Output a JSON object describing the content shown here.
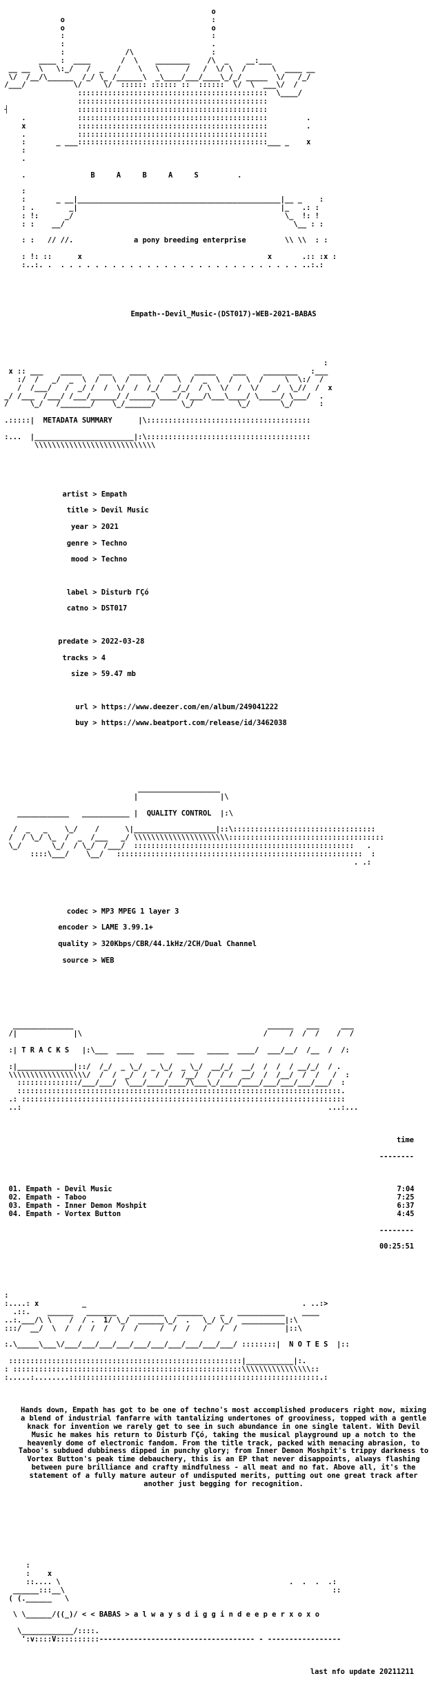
{
  "release_title": "Empath--Devil_Music-(DST017)-WEB-2021-BABAS",
  "header": {
    "letters": "B     A     B     A     S",
    "tagline": "a pony breeding enterprise"
  },
  "sections": {
    "metadata": "METADATA SUMMARY",
    "quality": "QUALITY CONTROL",
    "tracks": "T R A C K S",
    "notes": "N O T E S"
  },
  "metadata": [
    {
      "key": "artist",
      "value": "Empath"
    },
    {
      "key": "title",
      "value": "Devil Music"
    },
    {
      "key": "year",
      "value": "2021"
    },
    {
      "key": "genre",
      "value": "Techno"
    },
    {
      "key": "mood",
      "value": "Techno"
    },
    {
      "key": "label",
      "value": "Disturb ΓÇó"
    },
    {
      "key": "catno",
      "value": "DST017"
    },
    {
      "key": "predate",
      "value": "2022-03-28"
    },
    {
      "key": "tracks",
      "value": "4"
    },
    {
      "key": "size",
      "value": "59.47 mb"
    },
    {
      "key": "url",
      "value": "https://www.deezer.com/en/album/249041222"
    },
    {
      "key": "buy",
      "value": "https://www.beatport.com/release/id/3462038"
    }
  ],
  "quality": [
    {
      "key": "codec",
      "value": "MP3 MPEG 1 layer 3"
    },
    {
      "key": "encoder",
      "value": "LAME 3.99.1+"
    },
    {
      "key": "quality",
      "value": "320Kbps/CBR/44.1kHz/2CH/Dual Channel"
    },
    {
      "key": "source",
      "value": "WEB"
    }
  ],
  "tracklist": {
    "time_header": "time",
    "tracks": [
      {
        "name": "01. Empath - Devil Music",
        "time": "7:04"
      },
      {
        "name": "02. Empath - Taboo",
        "time": "7:25"
      },
      {
        "name": "03. Empath - Inner Demon Moshpit",
        "time": "6:37"
      },
      {
        "name": "04. Empath - Vortex Button",
        "time": "4:45"
      }
    ],
    "total": "00:25:51"
  },
  "notes_text": "Hands down, Empath has got to be one of techno's most accomplished producers right now, mixing a blend of industrial fanfarre with tantalizing undertones of grooviness, topped with a gentle knack for invention we rarely get to see in such abundance in one single talent. With Devil Music he makes his return to Disturb ΓÇó, taking the musical playground up a notch to the heavenly dome of electronic fandom. From the title track, packed with menacing abrasion, to Taboo's subdued dubbiness dipped in punchy glory; from Inner Demon Moshpit's trippy darkness to Vortex Button's peak time debauchery, this is an EP that never disappoints, always flashing between pure brilliance and crafty mindfulness - all meat and no fat. Above all, it's the statement of a fully mature auteur of undisputed merits, putting out one great track after another just begging for recognition.",
  "footer": {
    "group": "BABAS",
    "motto": "a l w a y s d i g g i n d e e p e r x o x o",
    "last_update": "last nfo update 20211211"
  }
}
